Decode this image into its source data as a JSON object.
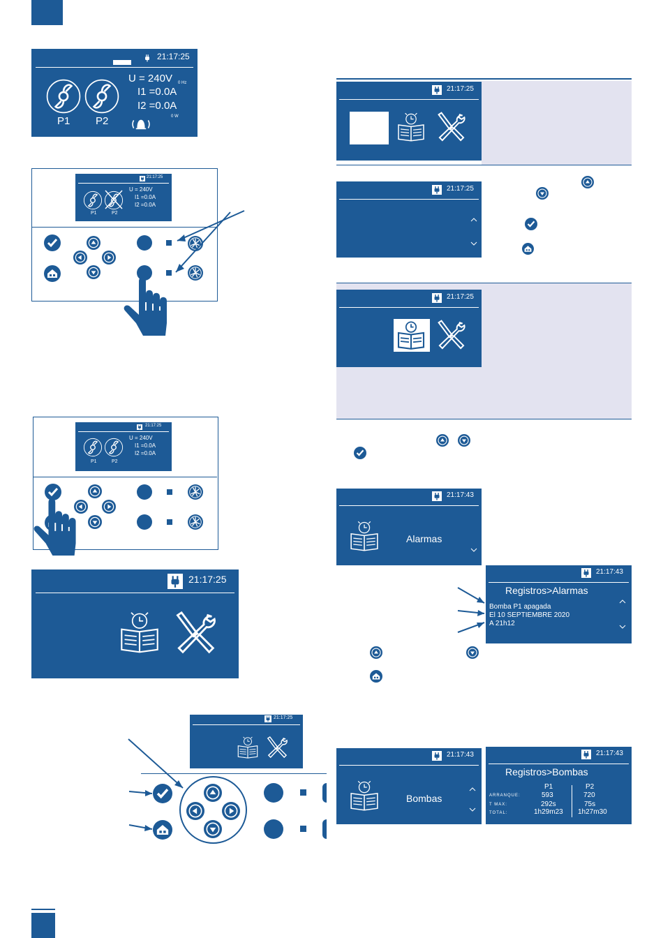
{
  "colors": {
    "accent": "#1d5a96",
    "band": "#e3e3f0",
    "white": "#ffffff"
  },
  "main_display": {
    "time": "21:17:25",
    "voltage": "U = 240V",
    "freq": "0 Hz",
    "i1": "I1 =0.0A",
    "i2": "I2 =0.0A",
    "power": "0 W",
    "p1": "P1",
    "p2": "P2",
    "icons": [
      "plug-icon",
      "fan-icon",
      "fan-icon",
      "bell-icon"
    ]
  },
  "panel_a": {
    "time": "21:17:25",
    "voltage": "U = 240V",
    "i1": "I1 =0.0A",
    "i2": "I2 =0.0A",
    "p1": "P1",
    "p2": "P2",
    "icons": [
      "check-icon",
      "up-icon",
      "left-icon",
      "right-icon",
      "down-icon",
      "home-icon",
      "fan-icon",
      "hand-icon"
    ]
  },
  "panel_b": {
    "time": "21:17:25",
    "voltage": "U = 240V",
    "i1": "I1 =0.0A",
    "i2": "I2 =0.0A",
    "p1": "P1",
    "p2": "P2"
  },
  "large_menu": {
    "time": "21:17:25",
    "icons": [
      "book-clock-icon",
      "tools-icon"
    ]
  },
  "bottom_small": {
    "time": "21:17:25"
  },
  "right_menu_1": {
    "time": "21:17:25"
  },
  "right_menu_2": {
    "time": "21:17:25",
    "icons": [
      "up-caret-icon",
      "down-caret-icon"
    ]
  },
  "right_menu_3": {
    "time": "21:17:25"
  },
  "alarmas_screen": {
    "time": "21:17:43",
    "label": "Alarmas"
  },
  "registros_alarmas": {
    "time": "21:17:43",
    "title": "Registros>Alarmas",
    "line1": "Bomba P1 apagada",
    "line2": "El 10 SEPTIEMBRE 2020",
    "line3": "A 21h12"
  },
  "bombas_screen": {
    "time": "21:17:43",
    "label": "Bombas"
  },
  "registros_bombas": {
    "time": "21:17:43",
    "title": "Registros>Bombas",
    "headers": [
      "P1",
      "P2"
    ],
    "rows": [
      {
        "label": "ARRANQUE:",
        "p1": "593",
        "p2": "720"
      },
      {
        "label": "T MAX:",
        "p1": "292s",
        "p2": "75s"
      },
      {
        "label": "TOTAL:",
        "p1": "1h29m23",
        "p2": "1h27m30"
      }
    ]
  }
}
